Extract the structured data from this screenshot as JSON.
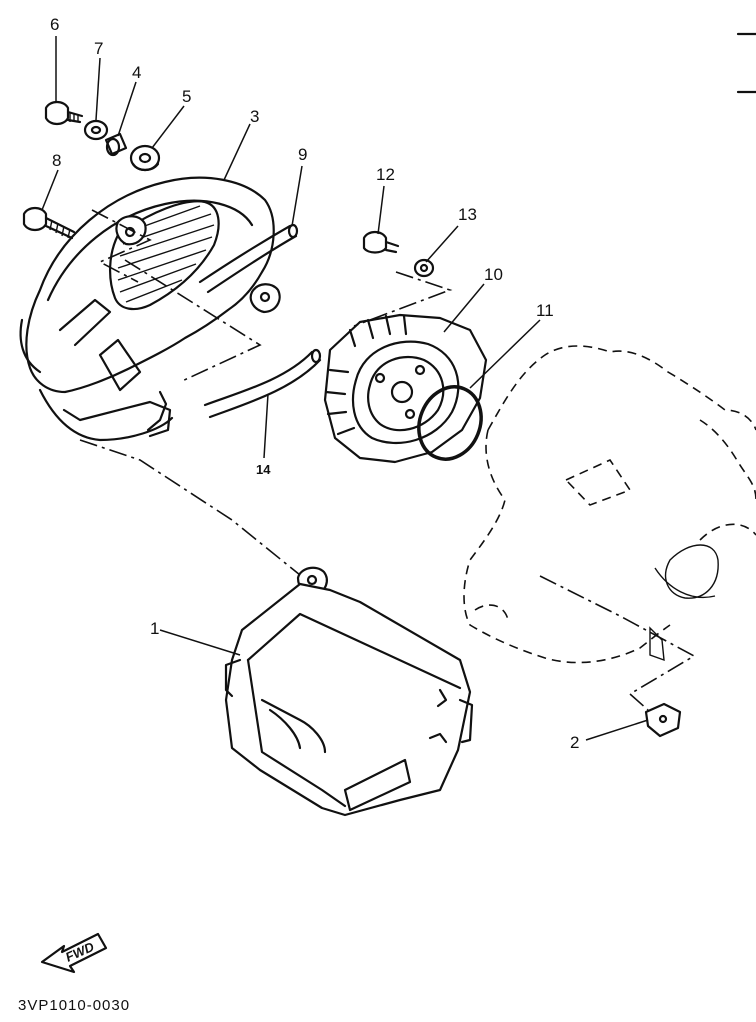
{
  "callouts": {
    "c1": "1",
    "c2": "2",
    "c3": "3",
    "c4": "4",
    "c5": "5",
    "c6": "6",
    "c7": "7",
    "c8": "8",
    "c9": "9",
    "c10": "10",
    "c11": "11",
    "c12": "12",
    "c13": "13",
    "c14": "14"
  },
  "fwd_label": "FWD",
  "diagram_code": "3VP1010-0030"
}
